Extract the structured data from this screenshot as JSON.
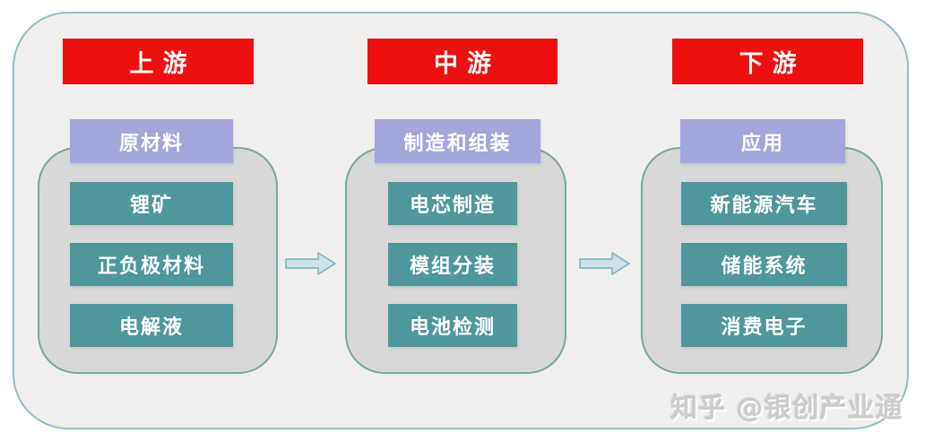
{
  "diagram": {
    "columns": [
      {
        "stage": "上游",
        "category": "原材料",
        "items": [
          "锂矿",
          "正负极材料",
          "电解液"
        ]
      },
      {
        "stage": "中游",
        "category": "制造和组装",
        "items": [
          "电芯制造",
          "模组分装",
          "电池检测"
        ]
      },
      {
        "stage": "下游",
        "category": "应用",
        "items": [
          "新能源汽车",
          "储能系统",
          "消费电子"
        ]
      }
    ],
    "watermark": "知乎 @银创产业通",
    "colors": {
      "stage_banner": "#ee0f0f",
      "category_header": "#a3a6db",
      "item_box": "#4e979b",
      "group_container_fill": "#d8d8d8",
      "group_container_border": "#74a8a1",
      "canvas_fill": "#f0efee",
      "canvas_border": "#8fbec6",
      "arrow_fill": "#c9e3e8",
      "arrow_border": "#7ab2bc",
      "text": "#ffffff",
      "watermark_text": "#cccccc"
    }
  }
}
